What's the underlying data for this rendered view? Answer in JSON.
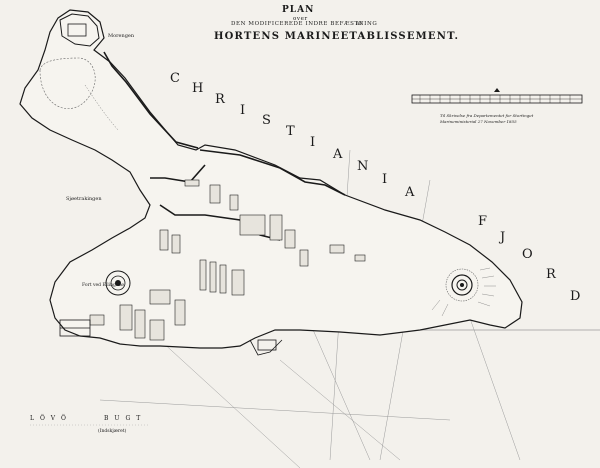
{
  "title": {
    "line1": "PLAN",
    "line1_suffix": "over",
    "line2": "DEN MODIFICEREDE INDRE BEFÆSTNING",
    "line2_suffix": "af",
    "line3": "HORTENS MARINEETABLISSEMENT."
  },
  "water_labels": {
    "christiania": [
      "C",
      "H",
      "R",
      "I",
      "S",
      "T",
      "I",
      "A",
      "N",
      "I",
      "A"
    ],
    "fjord": [
      "F",
      "J",
      "O",
      "R",
      "D"
    ],
    "lovo": "LÖVÖ",
    "bugt": "BUGT",
    "lovo_sub": "(Indskjæret)"
  },
  "place_labels": {
    "morengen": "Morengen",
    "sjoetrakingen": "Sjøetrakingen",
    "mid_fort": "Fort ved Ellingsbø"
  },
  "scale_note": {
    "line1": "Til Skrivelse fra Departementet for Stortinget",
    "line2": "Marineministerial 27 November 1855"
  },
  "colors": {
    "paper": "#f3f1ec",
    "ink": "#1a1a1a",
    "faint": "#8a8a8a"
  }
}
